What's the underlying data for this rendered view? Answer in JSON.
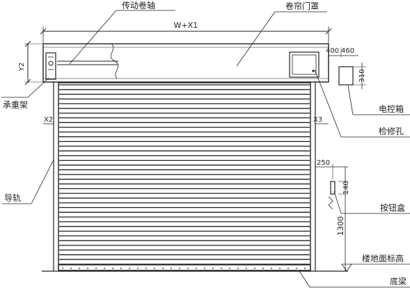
{
  "labels": {
    "drive_shaft": "传动卷轴",
    "shutter_hood": "卷帘门罩",
    "overall_width": "W+X1",
    "hood_height": "Y2",
    "bearing_frame": "承重架",
    "control_box": "电控箱",
    "inspection_hole": "检修孔",
    "guide_rail": "导轨",
    "button_box": "按钮盒",
    "floor_level": "楼地面标高",
    "bottom_beam": "底梁",
    "x2": "X2",
    "x3": "X3"
  },
  "dimensions": {
    "hood_d1": "400",
    "hood_d2": "460",
    "control_box_height": "310",
    "button_offset": "250",
    "button_box_height": "140",
    "button_height": "1300"
  },
  "shutter": {
    "slat_count": 38
  }
}
